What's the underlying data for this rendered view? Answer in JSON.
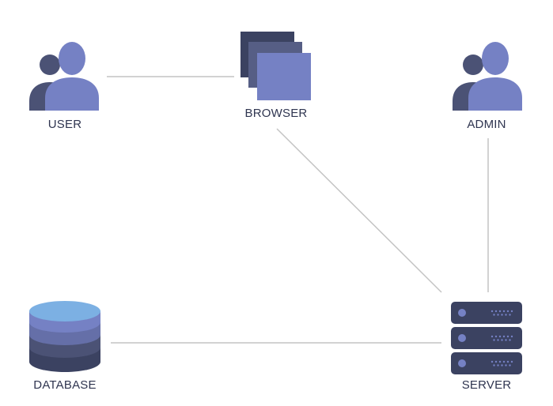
{
  "nodes": {
    "user": {
      "label": "USER",
      "icon": "users-icon"
    },
    "browser": {
      "label": "BROWSER",
      "icon": "browser-windows-icon"
    },
    "admin": {
      "label": "ADMIN",
      "icon": "users-icon"
    },
    "database": {
      "label": "DATABASE",
      "icon": "database-icon"
    },
    "server": {
      "label": "SERVER",
      "icon": "server-rack-icon"
    }
  },
  "edges": [
    {
      "from": "user",
      "to": "browser"
    },
    {
      "from": "browser",
      "to": "server"
    },
    {
      "from": "admin",
      "to": "server"
    },
    {
      "from": "database",
      "to": "server"
    }
  ],
  "colors": {
    "primary": "#7581c4",
    "dark": "#3b4261",
    "mid": "#565e85",
    "light": "#7cb0e3",
    "line": "#c4c4c4",
    "text": "#2f3550"
  }
}
